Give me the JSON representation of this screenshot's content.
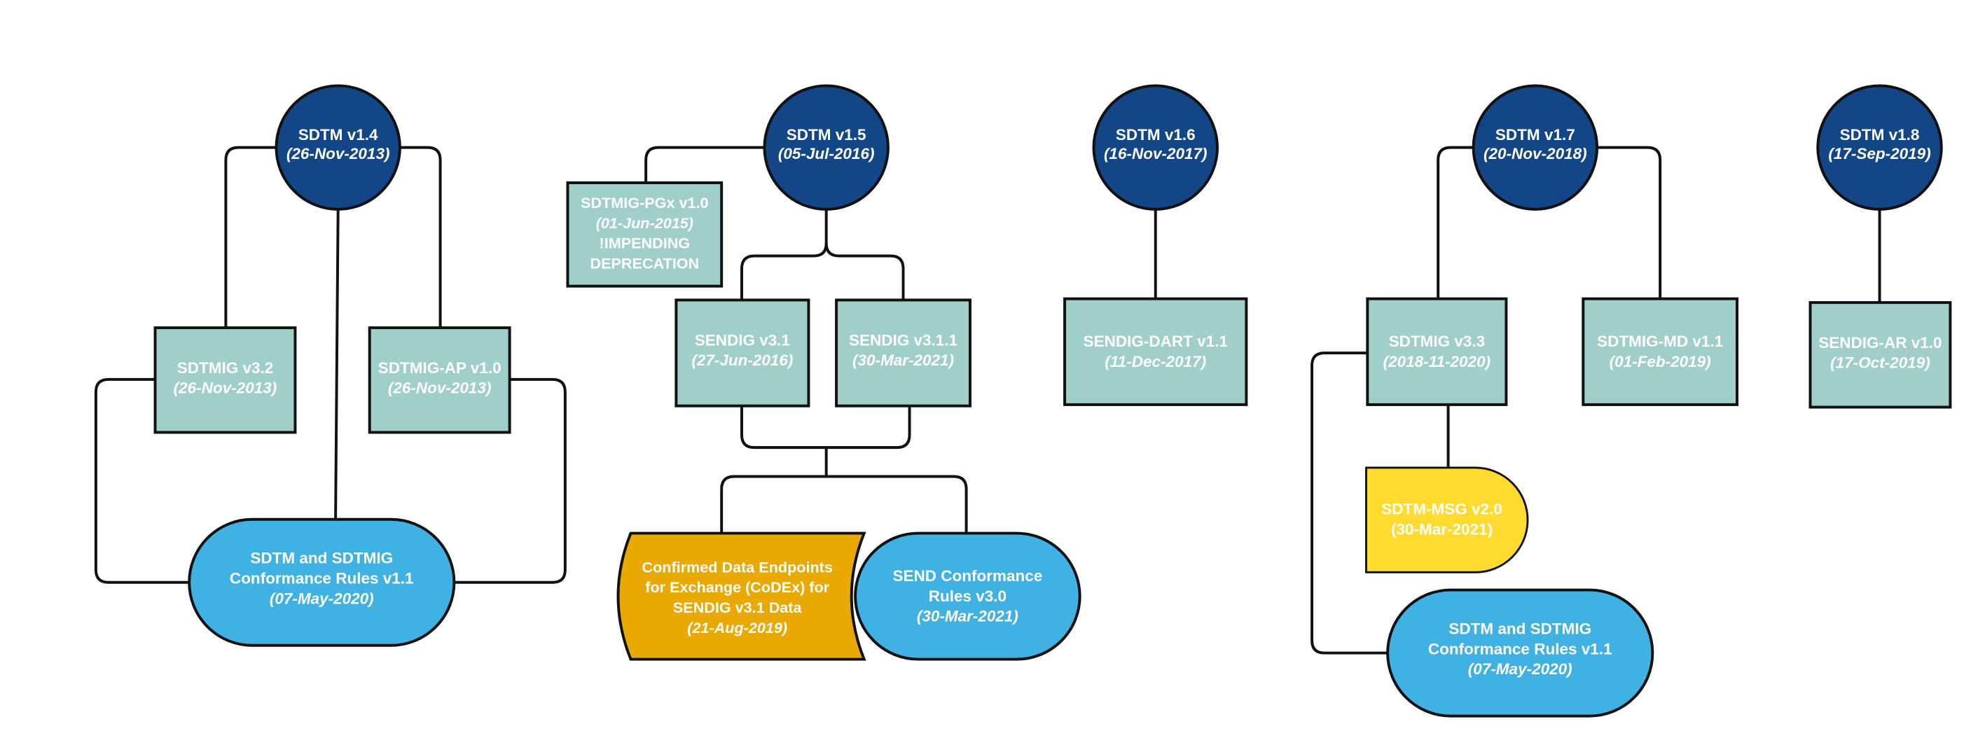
{
  "colors": {
    "model": "#134686",
    "implementation_guide": "#A0CEC9",
    "conformance": "#3FB1E3",
    "codex": "#EAA900",
    "msg": "#FFDA2F",
    "outline": "#111111",
    "text": "#FFFFFF"
  },
  "nodes": {
    "sdtm_1_4": {
      "lines": [
        "SDTM v1.4"
      ],
      "date": "(26-Nov-2013)"
    },
    "sdtmig_3_2": {
      "lines": [
        "SDTMIG v3.2"
      ],
      "date": "(26-Nov-2013)"
    },
    "sdtmig_ap_1_0": {
      "lines": [
        "SDTMIG-AP v1.0"
      ],
      "date": "(26-Nov-2013)"
    },
    "conf_rules_1": {
      "lines": [
        "SDTM and SDTMIG",
        "Conformance Rules v1.1"
      ],
      "date": "(07-May-2020)"
    },
    "sdtm_1_5": {
      "lines": [
        "SDTM v1.5"
      ],
      "date": "(05-Jul-2016)"
    },
    "sdtmig_pgx": {
      "lines": [
        "SDTMIG-PGx v1.0"
      ],
      "date": "(01-Jun-2015)",
      "extra_lines": [
        "!IMPENDING",
        "DEPRECATION"
      ]
    },
    "sendig_3_1": {
      "lines": [
        "SENDIG v3.1"
      ],
      "date": "(27-Jun-2016)"
    },
    "sendig_3_1_1": {
      "lines": [
        "SENDIG v3.1.1"
      ],
      "date": "(30-Mar-2021)"
    },
    "codex": {
      "lines": [
        "Confirmed Data Endpoints",
        "for Exchange (CoDEx) for",
        "SENDIG v3.1 Data"
      ],
      "date": "(21-Aug-2019)"
    },
    "send_conf": {
      "lines": [
        "SEND Conformance",
        "Rules  v3.0"
      ],
      "date": "(30-Mar-2021)"
    },
    "sdtm_1_6": {
      "lines": [
        "SDTM v1.6"
      ],
      "date": "(16-Nov-2017)"
    },
    "sendig_dart": {
      "lines": [
        "SENDIG-DART v1.1"
      ],
      "date": "(11-Dec-2017)"
    },
    "sdtm_1_7": {
      "lines": [
        "SDTM v1.7"
      ],
      "date": "(20-Nov-2018)"
    },
    "sdtmig_3_3": {
      "lines": [
        "SDTMIG v3.3"
      ],
      "date": "(2018-11-2020)"
    },
    "sdtmig_md": {
      "lines": [
        "SDTMIG-MD v1.1"
      ],
      "date": "(01-Feb-2019)"
    },
    "sdtm_msg": {
      "lines": [
        "SDTM-MSG v2.0",
        "(30-Mar-2021)"
      ],
      "date": ""
    },
    "conf_rules_2": {
      "lines": [
        "SDTM and SDTMIG",
        "Conformance Rules v1.1"
      ],
      "date": "(07-May-2020)"
    },
    "sdtm_1_8": {
      "lines": [
        "SDTM v1.8"
      ],
      "date": "(17-Sep-2019)"
    },
    "sendig_ar": {
      "lines": [
        "SENDIG-AR v1.0"
      ],
      "date": "(17-Oct-2019)"
    }
  },
  "edges": [
    {
      "from": "sdtm_1_4",
      "to": "sdtmig_3_2"
    },
    {
      "from": "sdtm_1_4",
      "to": "sdtmig_ap_1_0"
    },
    {
      "from": "sdtm_1_4",
      "to": "conf_rules_1"
    },
    {
      "from": "sdtmig_3_2",
      "to": "conf_rules_1"
    },
    {
      "from": "sdtmig_ap_1_0",
      "to": "conf_rules_1"
    },
    {
      "from": "sdtm_1_5",
      "to": "sdtmig_pgx"
    },
    {
      "from": "sdtm_1_5",
      "to": "sendig_3_1"
    },
    {
      "from": "sdtm_1_5",
      "to": "sendig_3_1_1"
    },
    {
      "from": "sendig_3_1",
      "to": "codex"
    },
    {
      "from": "sendig_3_1_1",
      "to": "send_conf"
    },
    {
      "from": "sdtm_1_6",
      "to": "sendig_dart"
    },
    {
      "from": "sdtm_1_7",
      "to": "sdtmig_3_3"
    },
    {
      "from": "sdtm_1_7",
      "to": "sdtmig_md"
    },
    {
      "from": "sdtmig_3_3",
      "to": "sdtm_msg"
    },
    {
      "from": "sdtmig_3_3",
      "to": "conf_rules_2"
    },
    {
      "from": "sdtm_1_8",
      "to": "sendig_ar"
    }
  ]
}
